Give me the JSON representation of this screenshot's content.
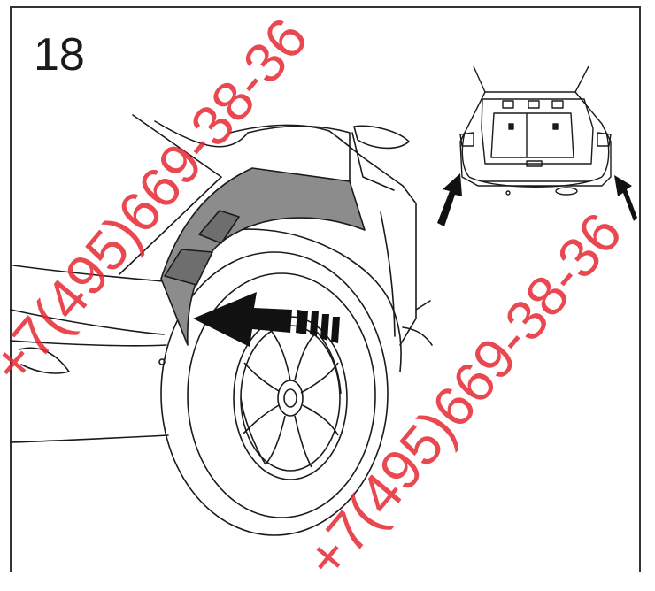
{
  "step": {
    "number": "18"
  },
  "watermark": {
    "line1": "+7(495)669-38-36",
    "line2": "+7(495)669-38-36",
    "color": "#e62832"
  },
  "colors": {
    "liner": "#8c8c8c",
    "arrow": "#111111",
    "outline": "#1a1a1a"
  },
  "icons": [
    "push-arrow-icon",
    "up-arrow-icon"
  ]
}
